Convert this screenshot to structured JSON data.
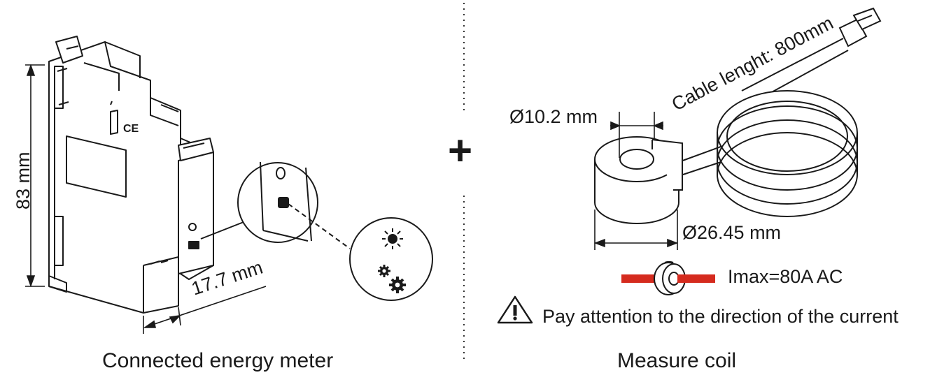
{
  "left": {
    "height_label": "83 mm",
    "width_label": "17.7 mm",
    "ce_mark": "CE",
    "caption": "Connected energy meter"
  },
  "plus_sign": "+",
  "right": {
    "inner_diameter": "Ø10.2 mm",
    "outer_diameter": "Ø26.45 mm",
    "cable_length": "Cable lenght: 800mm",
    "imax": "Imax=80A AC",
    "warning": "Pay attention to the direction of the current",
    "caption": "Measure coil"
  },
  "colors": {
    "line": "#1a1a1a",
    "current_wire": "#d52b1e",
    "divider": "#333333"
  },
  "icons": [
    "sun-icon",
    "gears-icon",
    "warning-triangle-icon"
  ]
}
